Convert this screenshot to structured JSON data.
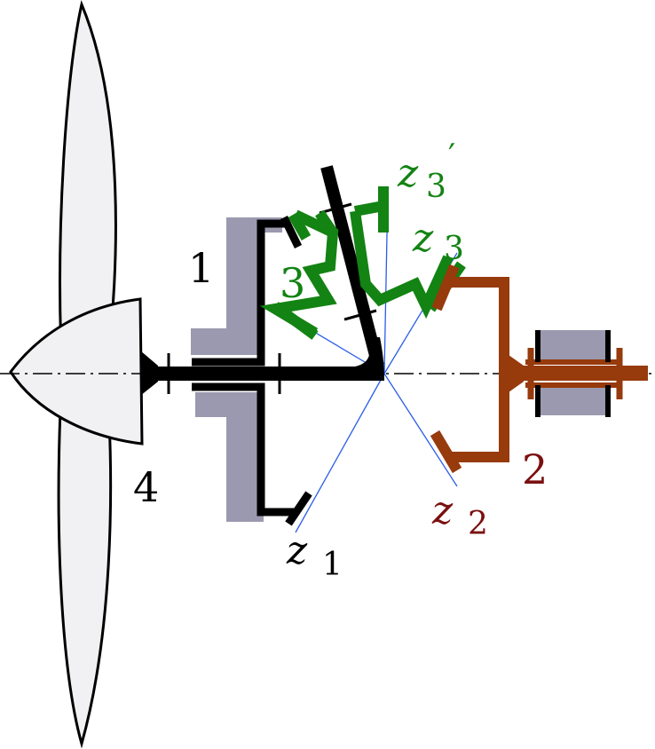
{
  "labels": {
    "part1": "1",
    "part2": "2",
    "part3": "3",
    "part4": "4",
    "z1": "z",
    "z1_sub": "1",
    "z2": "z",
    "z2_sub": "2",
    "z3": "z",
    "z3_sub": "3",
    "z3p": "z",
    "z3p_sub": "3",
    "z3p_prime": "′"
  },
  "colors": {
    "carrier": "#000000",
    "satellite": "#138313",
    "output": "#973A0C",
    "housing": "#9A99AF",
    "prop_fill": "#F1F1F3",
    "axis_lines": "#2B5DE8",
    "label_z2": "#7B1010"
  }
}
